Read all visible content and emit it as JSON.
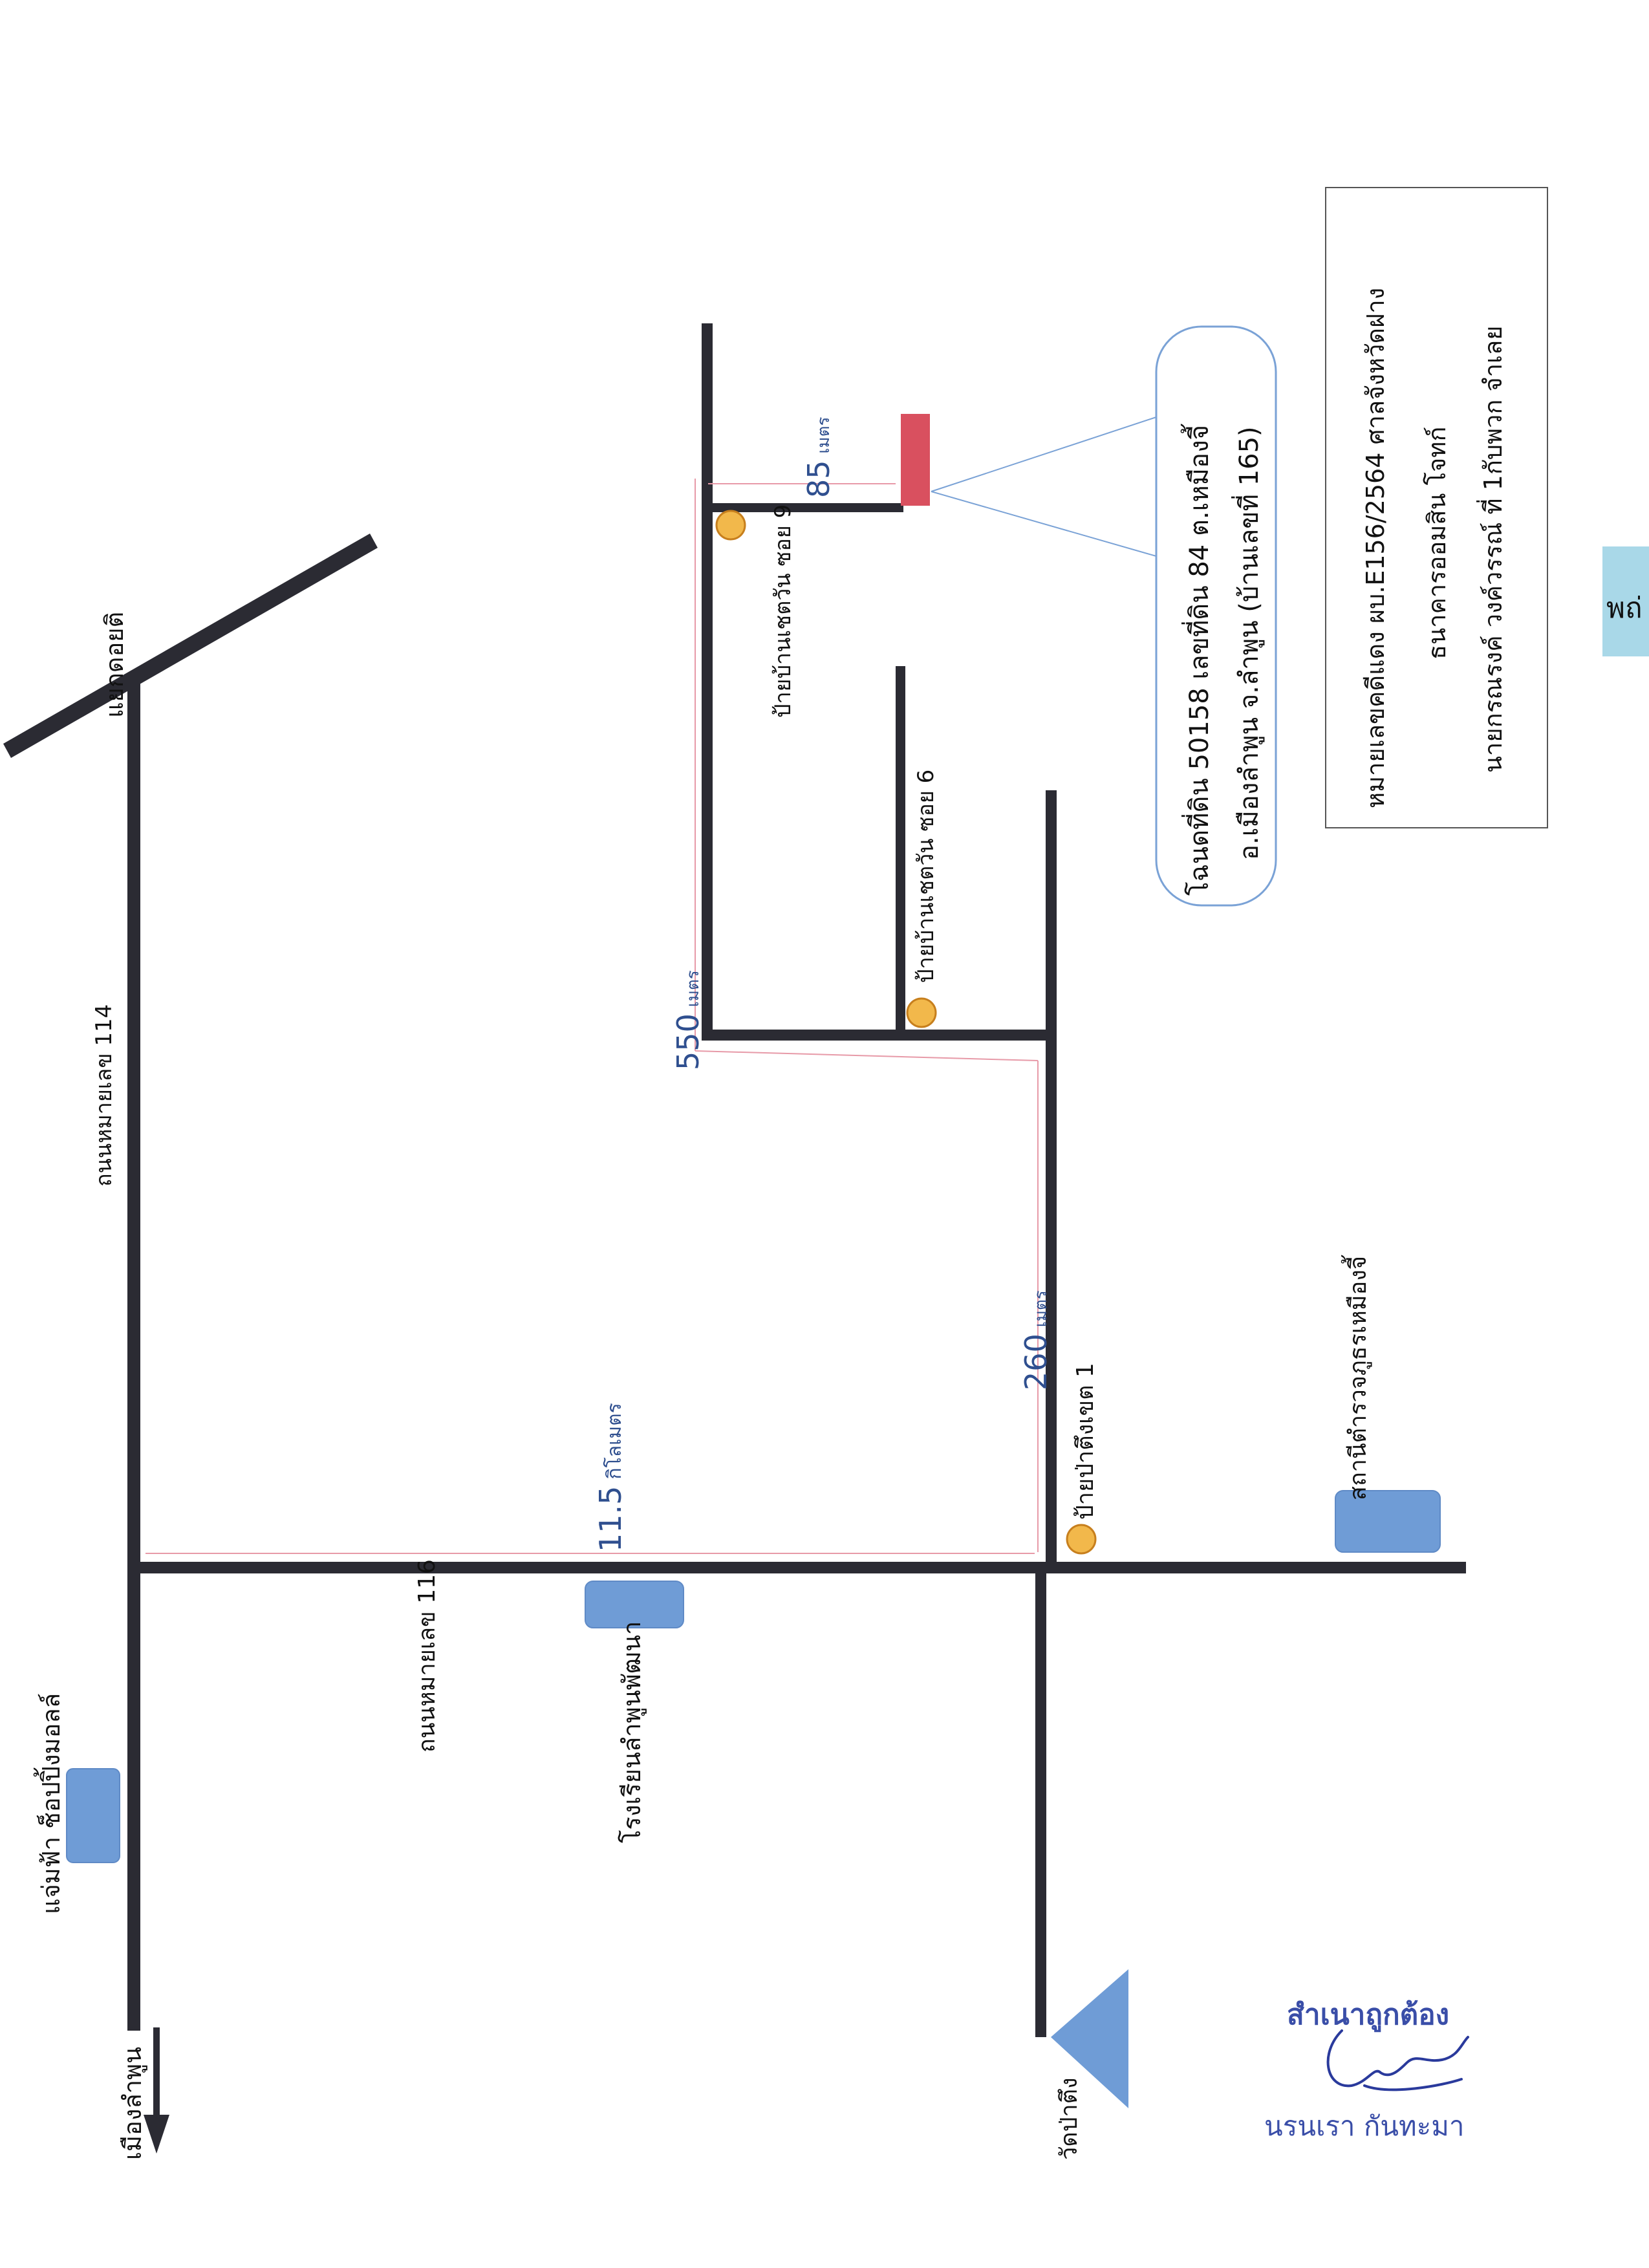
{
  "roads": {
    "hwy114": "ถนนหมายเลข 114",
    "hwy116": "ถนนหมายเลข 116"
  },
  "places": {
    "junction": "แยกดอยติ",
    "to_lamphun": "เมืองลำพูน",
    "market": "แจ่มฟ้า ช็อปปิ้งมอลล์",
    "school": "โรงเรียนลำพูนพัฒนา",
    "police": "สถานีตำรวจภูธรเหมืองจี้",
    "temple": "วัดป่าตึง",
    "sign_patung": "ป้ายป่าตึงเขต 1",
    "sign_soi6": "ป้ายบ้านเชตวัน ซอย 6",
    "sign_soi9": "ป้ายบ้านเชตวัน ซอย 9"
  },
  "distances": {
    "d1_value": "11.5",
    "d1_unit": "กิโลเมตร",
    "d2_value": "260",
    "d2_unit": "เมตร",
    "d3_value": "550",
    "d3_unit": "เมตร",
    "d4_value": "85",
    "d4_unit": "เมตร"
  },
  "callout": {
    "line1": "โฉนดที่ดิน 50158 เลขที่ดิน 84 ต.เหมืองจี้",
    "line2": "อ.เมืองลำพูน จ.ลำพูน (บ้านเลขที่ 165)"
  },
  "info_box": {
    "line1": "หมายเลขคดีแดง ผบ.E156/2564 ศาลจังหวัดฝาง",
    "line2": "ธนาคารออมสิน     โจทก์",
    "line3": "นายกรณรงค์ วงค์วรรณ์ ที่ 1กับพวก  จำเลย"
  },
  "stamp": {
    "title": "สำเนาถูกต้อง",
    "name": "นรนเรา กันทะมา"
  },
  "edge_tab": "พถ่",
  "colors": {
    "road": "#2b2b33",
    "dimension_line": "#e79aa8",
    "target_plot": "#d9505f",
    "sign_marker": "#f2b84b",
    "place_marker": "#6f9cd6"
  }
}
